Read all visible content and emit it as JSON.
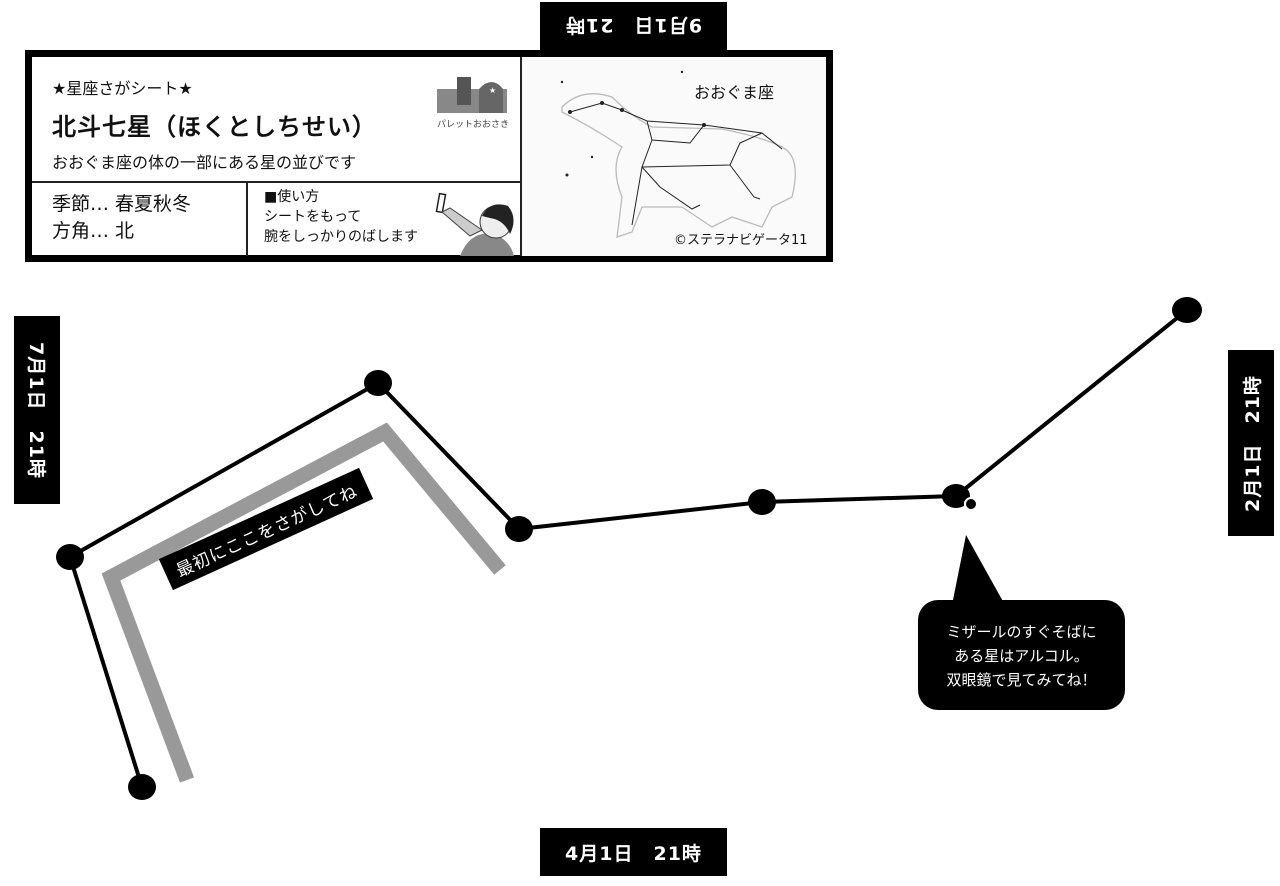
{
  "tabs": {
    "top": "9月1日　21時",
    "bottom": "4月1日　21時",
    "left": "7月1日　21時",
    "right": "2月1日　21時"
  },
  "card": {
    "subtitle": "★星座さがシート★",
    "title": "北斗七星（ほくとしちせい）",
    "description": "おおぐま座の体の一部にある星の並びです",
    "logo_text": "パレットおおさき",
    "season": "季節… 春夏秋冬",
    "direction": "方角… 北",
    "howto_heading": "■使い方",
    "howto_line1": "シートをもって",
    "howto_line2": "腕をしっかりのばします",
    "bear_title": "おおぐま座",
    "copyright": "©ステラナビゲータ11"
  },
  "hint_label": "最初にここをさがしてね",
  "bubble": {
    "line1": "ミザールのすぐそばに",
    "line2": "ある星はアルコル。",
    "line3": "双眼鏡で見てみてね！"
  }
}
